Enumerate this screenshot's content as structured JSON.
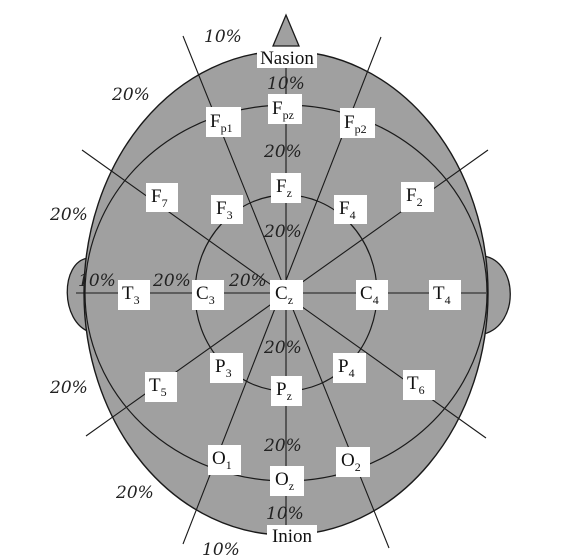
{
  "landmarks": {
    "top": "Nasion",
    "bottom": "Inion"
  },
  "percent_labels": {
    "top_left": "10%",
    "bottom_left": "10%",
    "upper_left_20": "20%",
    "left_20": "20%",
    "lower_left_20": "20%",
    "bottom_left_20": "20%",
    "left_10": "10%",
    "t3_c3_20": "20%",
    "c3_cz_20": "20%",
    "midline_top_10": "10%",
    "midline_fpz_fz_20": "20%",
    "midline_fz_cz_20": "20%",
    "midline_cz_pz_20": "20%",
    "midline_pz_oz_20": "20%",
    "midline_bottom_10": "10%"
  },
  "electrodes": {
    "fpz": {
      "main": "F",
      "sub": "pz"
    },
    "fp1": {
      "main": "F",
      "sub": "p1"
    },
    "fp2": {
      "main": "F",
      "sub": "p2"
    },
    "f7": {
      "main": "F",
      "sub": "7"
    },
    "f3": {
      "main": "F",
      "sub": "3"
    },
    "fz": {
      "main": "F",
      "sub": "z"
    },
    "f4": {
      "main": "F",
      "sub": "4"
    },
    "f2": {
      "main": "F",
      "sub": "2"
    },
    "t3": {
      "main": "T",
      "sub": "3"
    },
    "c3": {
      "main": "C",
      "sub": "3"
    },
    "cz": {
      "main": "C",
      "sub": "z"
    },
    "c4": {
      "main": "C",
      "sub": "4"
    },
    "t4": {
      "main": "T",
      "sub": "4"
    },
    "p3": {
      "main": "P",
      "sub": "3"
    },
    "pz": {
      "main": "P",
      "sub": "z"
    },
    "p4": {
      "main": "P",
      "sub": "4"
    },
    "t5": {
      "main": "T",
      "sub": "5"
    },
    "t6": {
      "main": "T",
      "sub": "6"
    },
    "o1": {
      "main": "O",
      "sub": "1"
    },
    "oz": {
      "main": "O",
      "sub": "z"
    },
    "o2": {
      "main": "O",
      "sub": "2"
    }
  },
  "colors": {
    "head_fill": "#a0a0a0",
    "line": "#1a1a1a",
    "label_bg": "#ffffff"
  }
}
